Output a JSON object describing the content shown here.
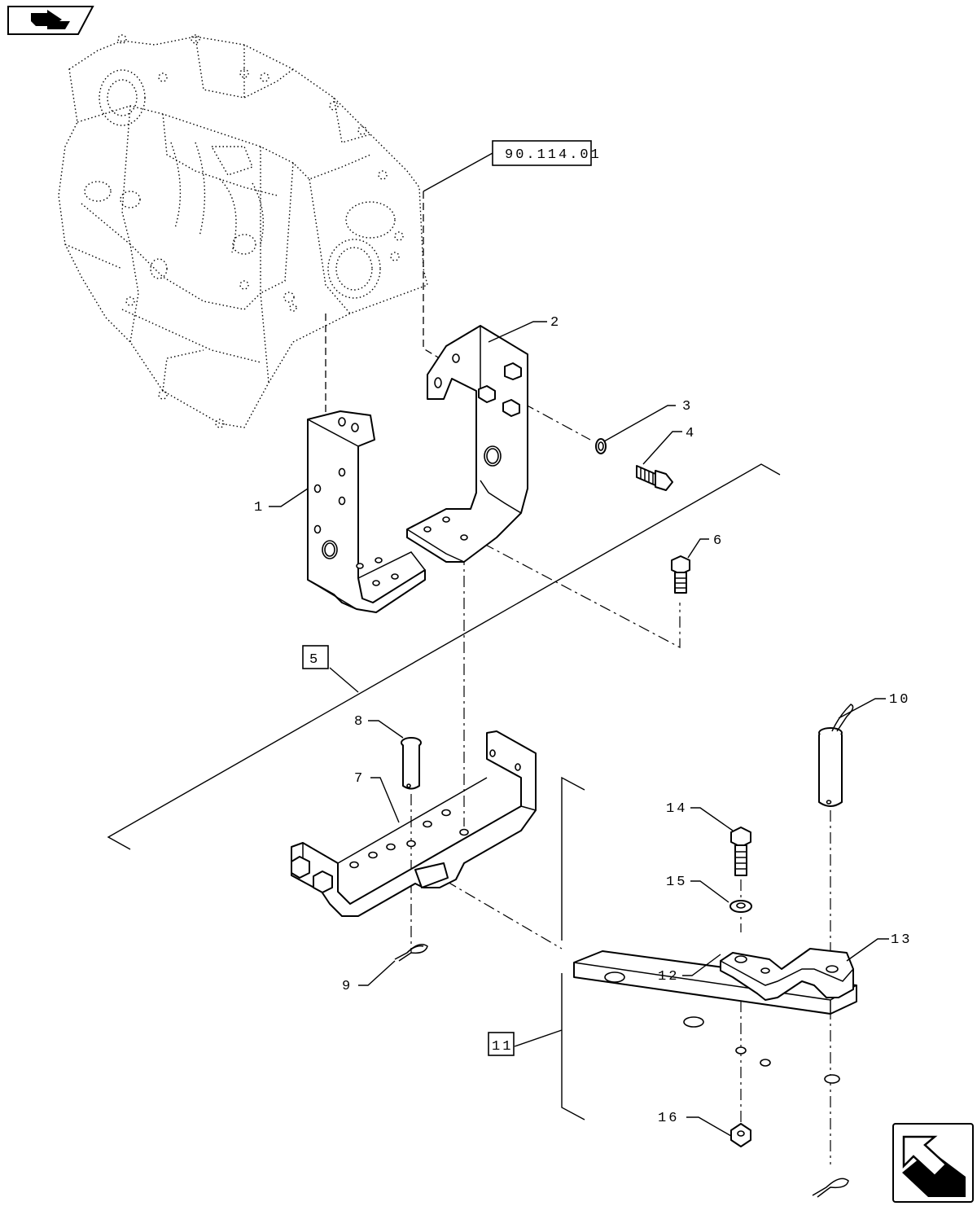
{
  "reference": {
    "code": "90.114.01"
  },
  "callouts": [
    {
      "id": "1",
      "label": "1"
    },
    {
      "id": "2",
      "label": "2"
    },
    {
      "id": "3",
      "label": "3"
    },
    {
      "id": "4",
      "label": "4"
    },
    {
      "id": "5",
      "label": "5"
    },
    {
      "id": "6",
      "label": "6"
    },
    {
      "id": "7",
      "label": "7"
    },
    {
      "id": "8",
      "label": "8"
    },
    {
      "id": "9",
      "label": "9"
    },
    {
      "id": "10",
      "label": "10"
    },
    {
      "id": "11",
      "label": "11"
    },
    {
      "id": "12",
      "label": "12"
    },
    {
      "id": "13",
      "label": "13"
    },
    {
      "id": "14",
      "label": "14"
    },
    {
      "id": "15",
      "label": "15"
    },
    {
      "id": "16",
      "label": "16"
    }
  ],
  "icons": {
    "top_left": "previous-page-arrow-icon",
    "bottom_right": "next-page-arrow-icon"
  }
}
